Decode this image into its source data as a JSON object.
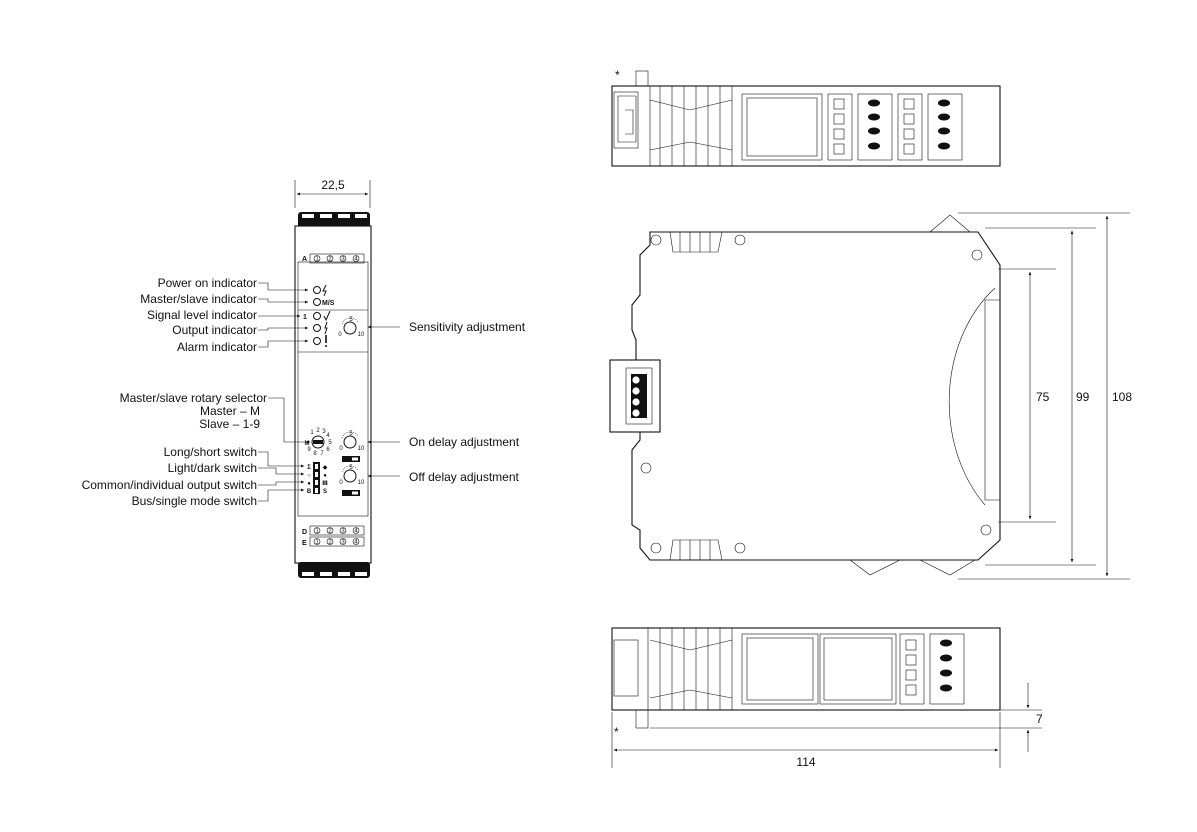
{
  "front_view": {
    "width_dim": "22,5",
    "terminal_rows": [
      "A",
      "D",
      "E"
    ],
    "terminal_numbers": [
      "1",
      "2",
      "3",
      "4"
    ],
    "channel_number": "1",
    "indicator_marks": {
      "master_slave": "M/S"
    },
    "rotary_marks": {
      "master": "M",
      "ticks": [
        "1",
        "2",
        "3",
        "4",
        "5",
        "6",
        "7",
        "8",
        "9"
      ]
    },
    "pot_scale": {
      "min": "0",
      "mid": "5",
      "max": "10"
    },
    "switch_marks_left": [
      "Σ",
      "○",
      "●",
      "B"
    ],
    "switch_marks_right": [
      "◆",
      "●",
      "Ⅲ",
      "S"
    ],
    "left_labels": [
      "Power on indicator",
      "Master/slave indicator",
      "Signal level indicator",
      "Output indicator",
      "Alarm indicator"
    ],
    "rotary_labels": [
      "Master/slave rotary selector",
      "Master – M",
      "Slave – 1-9"
    ],
    "switch_labels": [
      "Long/short switch",
      "Light/dark switch",
      "Common/individual output switch",
      "Bus/single mode switch"
    ],
    "right_labels": [
      "Sensitivity adjustment",
      "On delay adjustment",
      "Off delay adjustment"
    ]
  },
  "side_view": {
    "asterisk": "*",
    "dims": {
      "d75": "75",
      "d99": "99",
      "d108": "108",
      "d114": "114",
      "d7": "7"
    }
  }
}
